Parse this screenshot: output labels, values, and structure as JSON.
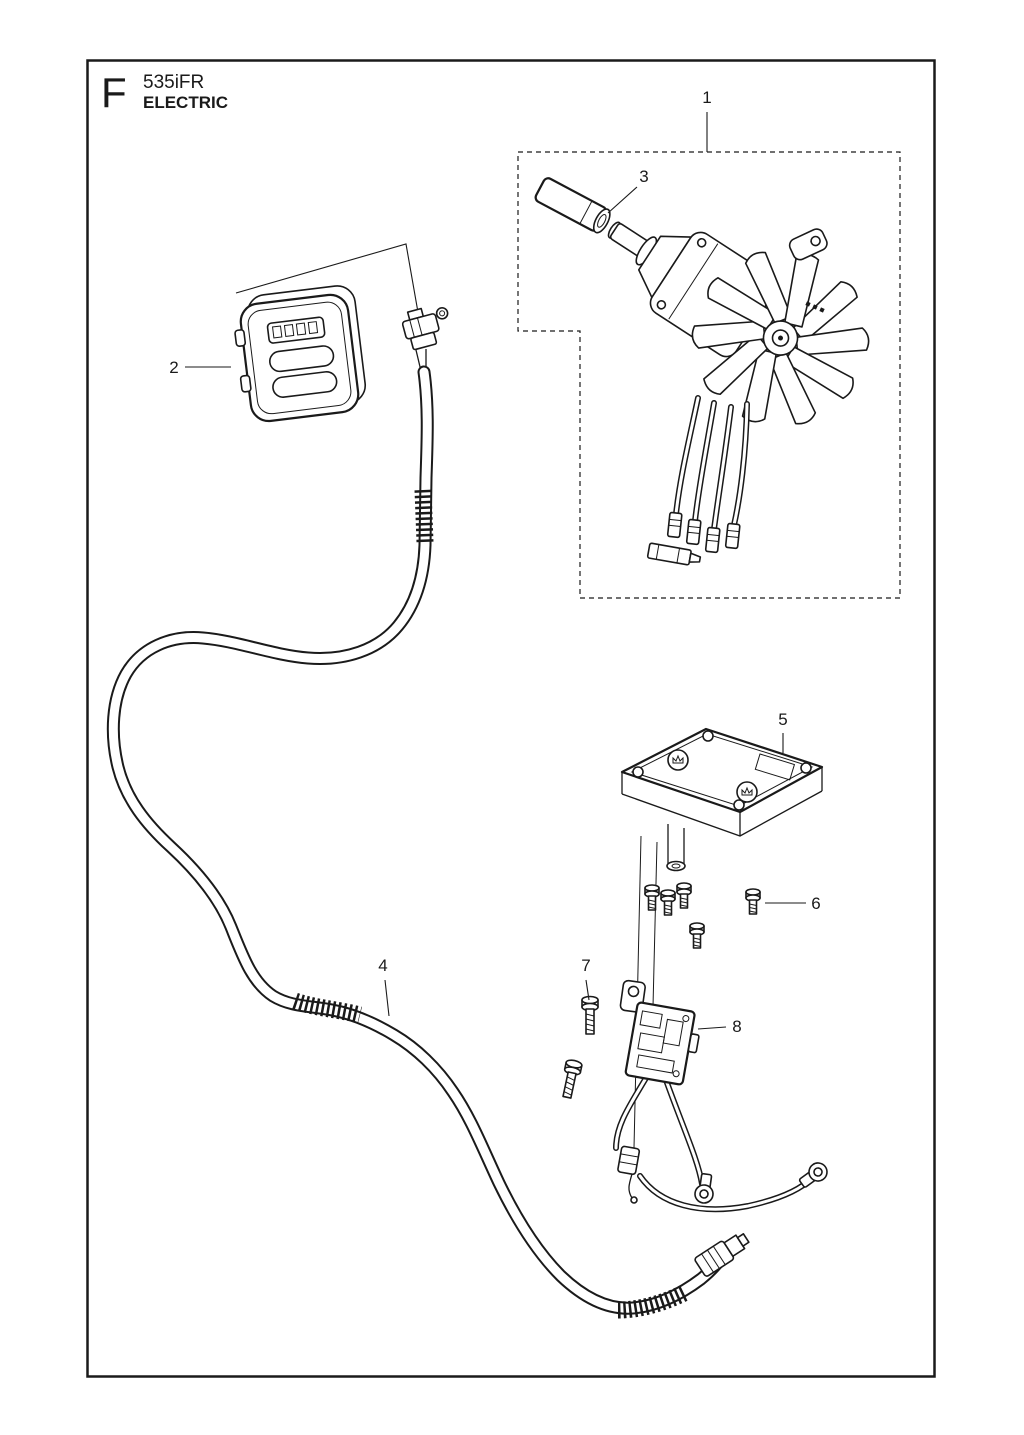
{
  "header": {
    "section_letter": "F",
    "model": "535iFR",
    "title": "ELECTRIC"
  },
  "part_labels": [
    "1",
    "2",
    "3",
    "4",
    "5",
    "6",
    "7",
    "8"
  ],
  "colors": {
    "line": "#1a1a1a",
    "background": "#ffffff"
  }
}
